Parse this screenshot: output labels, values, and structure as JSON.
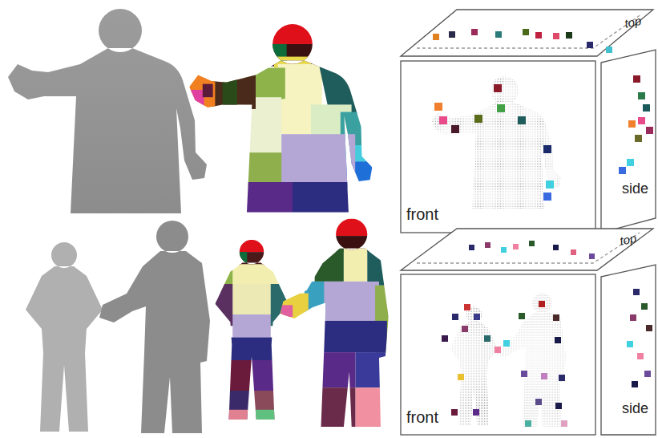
{
  "diagram": {
    "labels": [
      "top",
      "front",
      "side",
      "top",
      "front",
      "side"
    ]
  }
}
